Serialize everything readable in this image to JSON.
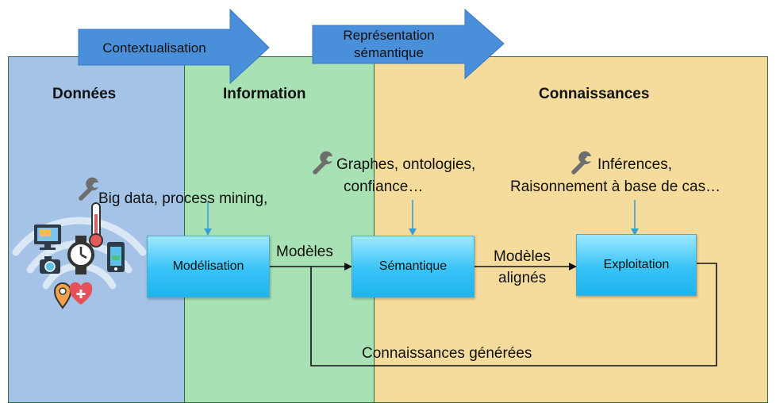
{
  "zones": {
    "donnees": "Données",
    "information": "Information",
    "connaissances": "Connaissances"
  },
  "top_arrows": {
    "contextualisation": "Contextualisation",
    "representation_line1": "Représentation",
    "representation_line2": "sémantique"
  },
  "tools": {
    "big_data": "Big data, process mining,",
    "graphes_line1": "Graphes, ontologies,",
    "graphes_line2": "confiance…",
    "inferences_line1": "Inférences,",
    "inferences_line2": "Raisonnement à base de cas…"
  },
  "boxes": {
    "modelisation": "Modélisation",
    "semantique": "Sémantique",
    "exploitation": "Exploitation"
  },
  "flow_labels": {
    "modeles": "Modèles",
    "modeles_alignes_line1": "Modèles",
    "modeles_alignes_line2": "alignés",
    "connaissances_generees": "Connaissances générées"
  },
  "colors": {
    "donnees_zone": "#a4c3e6",
    "information_zone": "#a8e2b4",
    "connaissances_zone": "#f6dc9c",
    "top_arrow": "#4a8fd9",
    "box": "#33c1f5",
    "wrench": "#6e6e6e",
    "down_arrow": "#3a9ed4"
  },
  "icons": [
    "wifi-icon",
    "monitor-icon",
    "thermometer-icon",
    "smartwatch-icon",
    "smartphone-icon",
    "camera-icon",
    "location-pin-icon",
    "heart-icon",
    "wrench-icon"
  ]
}
